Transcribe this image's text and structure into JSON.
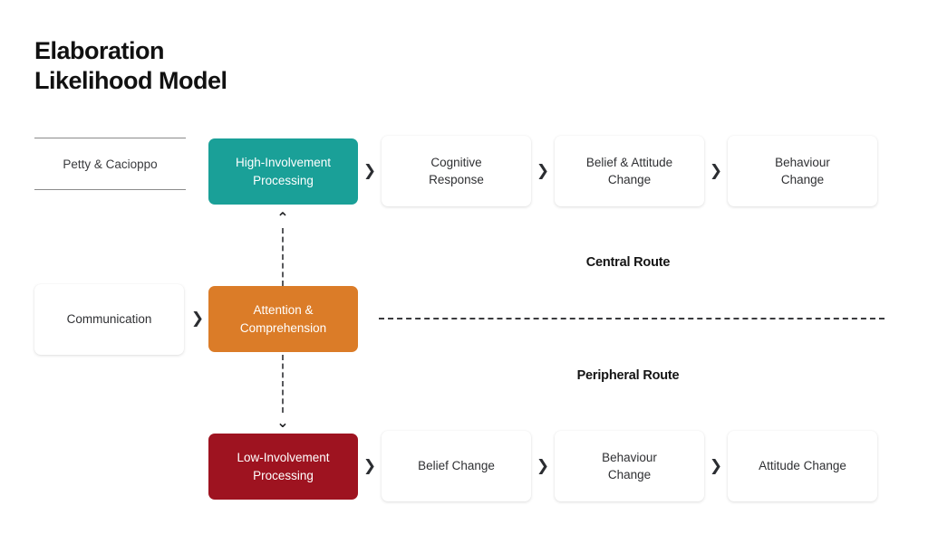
{
  "title": "Elaboration\nLikelihood Model",
  "citation": {
    "label": "Petty & Cacioppo"
  },
  "colors": {
    "teal": "#1AA098",
    "orange": "#DB7C28",
    "red": "#9E1320",
    "text_dark": "#2f3033",
    "divider": "#3a3b3e"
  },
  "input": {
    "label": "Communication"
  },
  "gateway": {
    "label": "Attention &\nComprehension"
  },
  "routes": {
    "central": {
      "label": "Central Route"
    },
    "peripheral": {
      "label": "Peripheral Route"
    }
  },
  "chevron_glyph": "❯",
  "arrow_up_glyph": "⌃",
  "arrow_down_glyph": "⌄",
  "central_row": {
    "processing": {
      "label": "High-Involvement\nProcessing"
    },
    "steps": [
      {
        "label": "Cognitive\nResponse"
      },
      {
        "label": "Belief & Attitude\nChange"
      },
      {
        "label": "Behaviour\nChange"
      }
    ]
  },
  "peripheral_row": {
    "processing": {
      "label": "Low-Involvement\nProcessing"
    },
    "steps": [
      {
        "label": "Belief Change"
      },
      {
        "label": "Behaviour\nChange"
      },
      {
        "label": "Attitude Change"
      }
    ]
  }
}
